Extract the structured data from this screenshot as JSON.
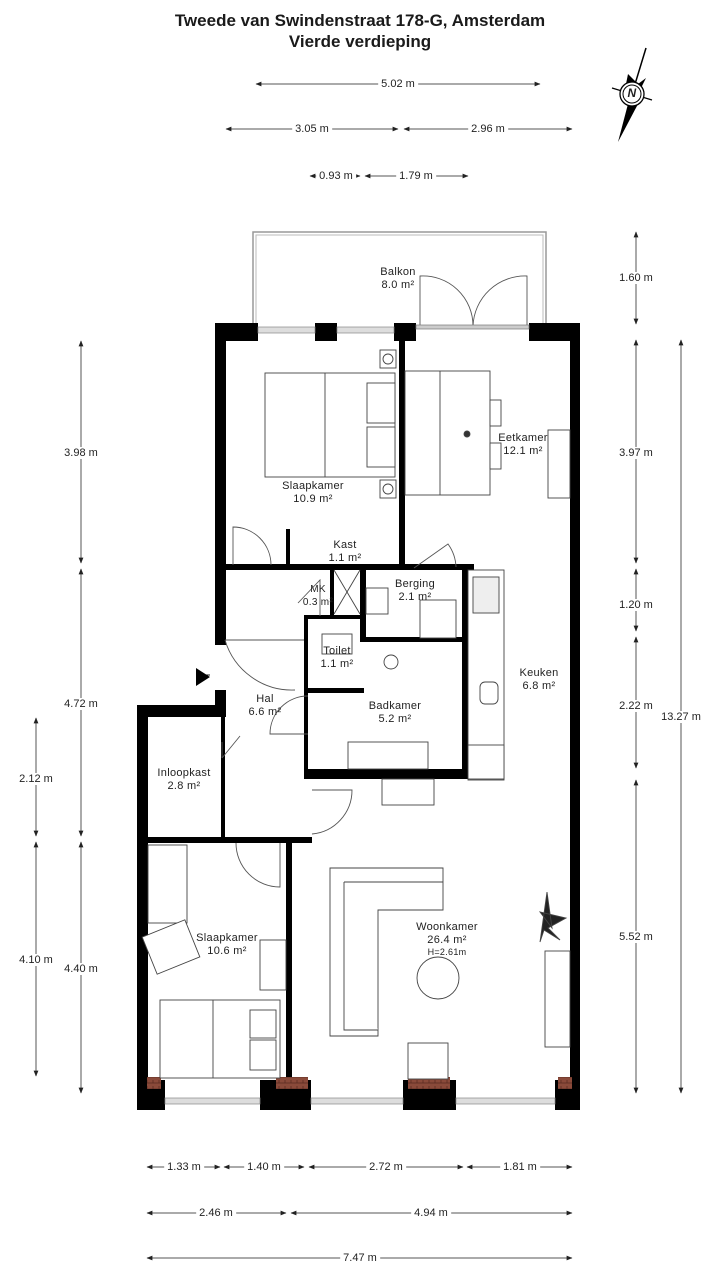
{
  "header": {
    "address": "Tweede van Swindenstraat 178-G, Amsterdam",
    "floor": "Vierde verdieping"
  },
  "compass": {
    "label": "N",
    "icon": "north-arrow-icon"
  },
  "rooms": [
    {
      "id": "balkon",
      "name": "Balkon",
      "area": "8.0 m²"
    },
    {
      "id": "slaapkamer1",
      "name": "Slaapkamer",
      "area": "10.9 m²"
    },
    {
      "id": "eetkamer",
      "name": "Eetkamer",
      "area": "12.1 m²"
    },
    {
      "id": "kast",
      "name": "Kast",
      "area": "1.1 m²"
    },
    {
      "id": "mk",
      "name": "MK",
      "area": "0.3 m²"
    },
    {
      "id": "berging",
      "name": "Berging",
      "area": "2.1 m²"
    },
    {
      "id": "toilet",
      "name": "Toilet",
      "area": "1.1 m²"
    },
    {
      "id": "keuken",
      "name": "Keuken",
      "area": "6.8 m²"
    },
    {
      "id": "hal",
      "name": "Hal",
      "area": "6.6 m²"
    },
    {
      "id": "badkamer",
      "name": "Badkamer",
      "area": "5.2 m²"
    },
    {
      "id": "inloopkast",
      "name": "Inloopkast",
      "area": "2.8 m²"
    },
    {
      "id": "slaapkamer2",
      "name": "Slaapkamer",
      "area": "10.6 m²"
    },
    {
      "id": "woonkamer",
      "name": "Woonkamer",
      "area": "26.4 m²",
      "height": "H=2.61m"
    }
  ],
  "dimensions": {
    "top": [
      "5.02 m",
      "3.05 m",
      "2.96 m",
      "0.93 m",
      "1.79 m"
    ],
    "bottom": [
      "1.33 m",
      "1.40 m",
      "2.72 m",
      "1.81 m",
      "2.46 m",
      "4.94 m",
      "7.47 m"
    ],
    "left": [
      "3.98 m",
      "4.72 m",
      "2.12 m",
      "4.10 m",
      "4.40 m"
    ],
    "right": [
      "1.60 m",
      "3.97 m",
      "1.20 m",
      "2.22 m",
      "5.52 m",
      "13.27 m"
    ]
  },
  "colors": {
    "wall": "#000000",
    "window": "#c8c8c8",
    "brick": "#8a4a3a",
    "dimension_line": "#555555"
  }
}
